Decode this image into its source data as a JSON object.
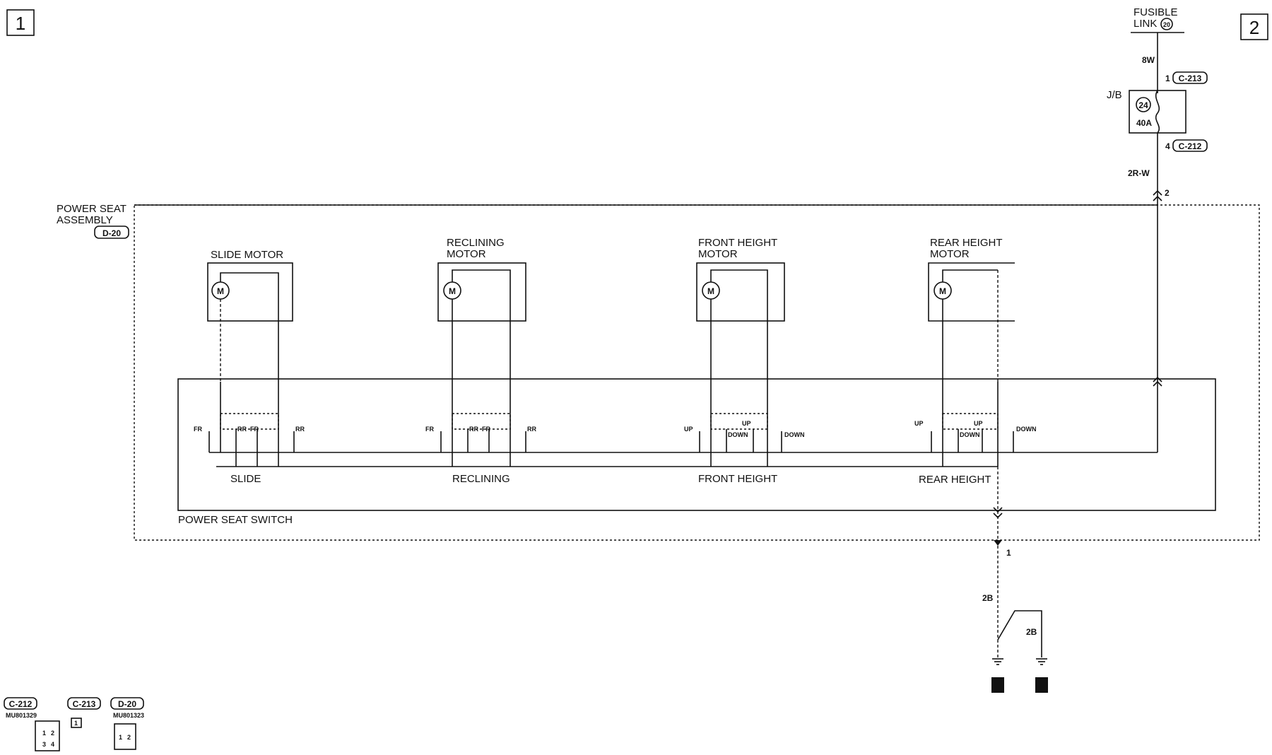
{
  "page_markers": [
    "1",
    "2"
  ],
  "fusible_link": {
    "line1": "FUSIBLE",
    "line2": "LINK",
    "number": "20"
  },
  "wire_labels": {
    "top": "8W",
    "middle": "2R-W",
    "ground_a": "2B",
    "ground_b": "2B"
  },
  "junction_block": {
    "label": "J/B",
    "fuse_number": "24",
    "fuse_rating": "40A"
  },
  "connectors": {
    "c213_pin": "1",
    "c213": "C-213",
    "c212_pin": "4",
    "c212": "C-212",
    "seat_pin": "2",
    "ground_pin": "1"
  },
  "assembly": {
    "line1": "POWER SEAT",
    "line2": "ASSEMBLY",
    "connector": "D-20"
  },
  "switch_label": "POWER SEAT SWITCH",
  "motors": [
    {
      "line1": "SLIDE MOTOR",
      "line2": "",
      "symbol": "M"
    },
    {
      "line1": "RECLINING",
      "line2": "MOTOR",
      "symbol": "M"
    },
    {
      "line1": "FRONT HEIGHT",
      "line2": "MOTOR",
      "symbol": "M"
    },
    {
      "line1": "REAR HEIGHT",
      "line2": "MOTOR",
      "symbol": "M"
    }
  ],
  "switches": [
    {
      "name": "SLIDE",
      "left_a": "FR",
      "left_b": "RR",
      "right_a": "FR",
      "right_b": "RR"
    },
    {
      "name": "RECLINING",
      "left_a": "FR",
      "left_b": "RR",
      "right_a": "FR",
      "right_b": "RR"
    },
    {
      "name": "FRONT HEIGHT",
      "left_a": "UP",
      "left_b": "DOWN",
      "right_a": "UP",
      "right_b": "DOWN"
    },
    {
      "name": "REAR HEIGHT",
      "left_a": "UP",
      "left_b": "DOWN",
      "right_a": "UP",
      "right_b": "DOWN"
    }
  ],
  "connector_views": [
    {
      "name": "C-212",
      "part": "MU801329",
      "pins": [
        "1",
        "2",
        "3",
        "4"
      ]
    },
    {
      "name": "C-213",
      "part": "",
      "pins": [
        "1"
      ]
    },
    {
      "name": "D-20",
      "part": "MU801323",
      "pins": [
        "1",
        "2"
      ]
    }
  ]
}
